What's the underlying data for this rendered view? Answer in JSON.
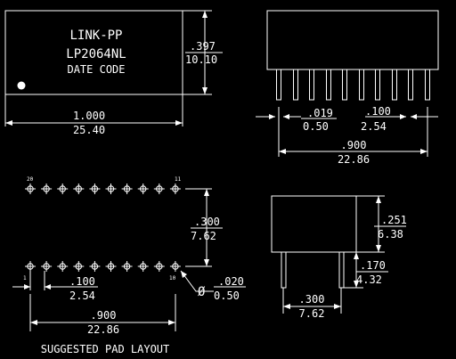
{
  "top_view": {
    "line1": "LINK-PP",
    "line2": "LP2064NL",
    "line3": "DATE CODE",
    "height_in": ".397",
    "height_mm": "10.10",
    "width_in": "1.000",
    "width_mm": "25.40"
  },
  "side_view": {
    "pin_dia_in": ".019",
    "pin_dia_mm": "0.50",
    "pitch_in": ".100",
    "pitch_mm": "2.54",
    "span_in": ".900",
    "span_mm": "22.86"
  },
  "pad_layout": {
    "pin_20": "20",
    "pin_11": "11",
    "pin_1": "1",
    "pin_10": "10",
    "row_spacing_in": ".300",
    "row_spacing_mm": "7.62",
    "pitch_in": ".100",
    "pitch_mm": "2.54",
    "span_in": ".900",
    "span_mm": "22.86",
    "hole_symbol": "Ø",
    "hole_in": ".020",
    "hole_mm": "0.50",
    "caption": "SUGGESTED PAD LAYOUT"
  },
  "end_view": {
    "body_h_in": ".251",
    "body_h_mm": "6.38",
    "lead_len_in": ".170",
    "lead_len_mm": "4.32",
    "row_spacing_in": ".300",
    "row_spacing_mm": "7.62"
  }
}
